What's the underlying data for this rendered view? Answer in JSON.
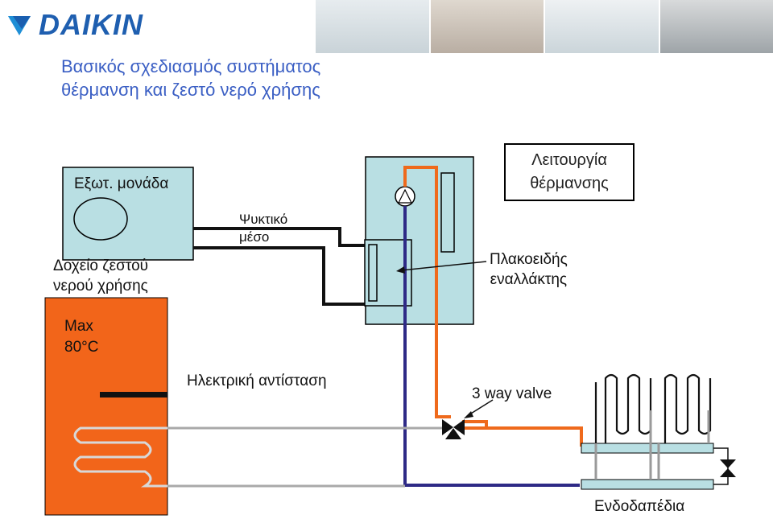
{
  "brand": {
    "name": "DAIKIN"
  },
  "title": {
    "line1": "Βασικός σχεδιασμός συστήματος",
    "line2": "θέρμανση και ζεστό νερό χρήσης"
  },
  "labels": {
    "outdoor_unit": "Εξωτ.  μονάδα",
    "refrigerant_line1": "Ψυκτικό",
    "refrigerant_line2": "μέσο",
    "dhw_tank_line1": "Δοχείο ζεστού",
    "dhw_tank_line2": "νερού χρήσης",
    "max_line1": "Max",
    "max_line2": "80°C",
    "heating_mode_line1": "Λειτουργία",
    "heating_mode_line2": "θέρμανσης",
    "plate_hx_line1": "Πλακοειδής",
    "plate_hx_line2": "εναλλάκτης",
    "electric_heater": "Ηλεκτρική αντίσταση",
    "three_way_valve": "3 way valve",
    "underfloor": "Ενδοδαπέδια"
  },
  "colors": {
    "brand_blue": "#1f5fb0",
    "title_blue": "#3b5fc4",
    "unit_fill": "#b9dfe3",
    "hot_pipe": "#ef6a1c",
    "cold_pipe": "#2e2a86",
    "tank_orange": "#f2651a",
    "grey_pipe": "#9a9a9a"
  }
}
